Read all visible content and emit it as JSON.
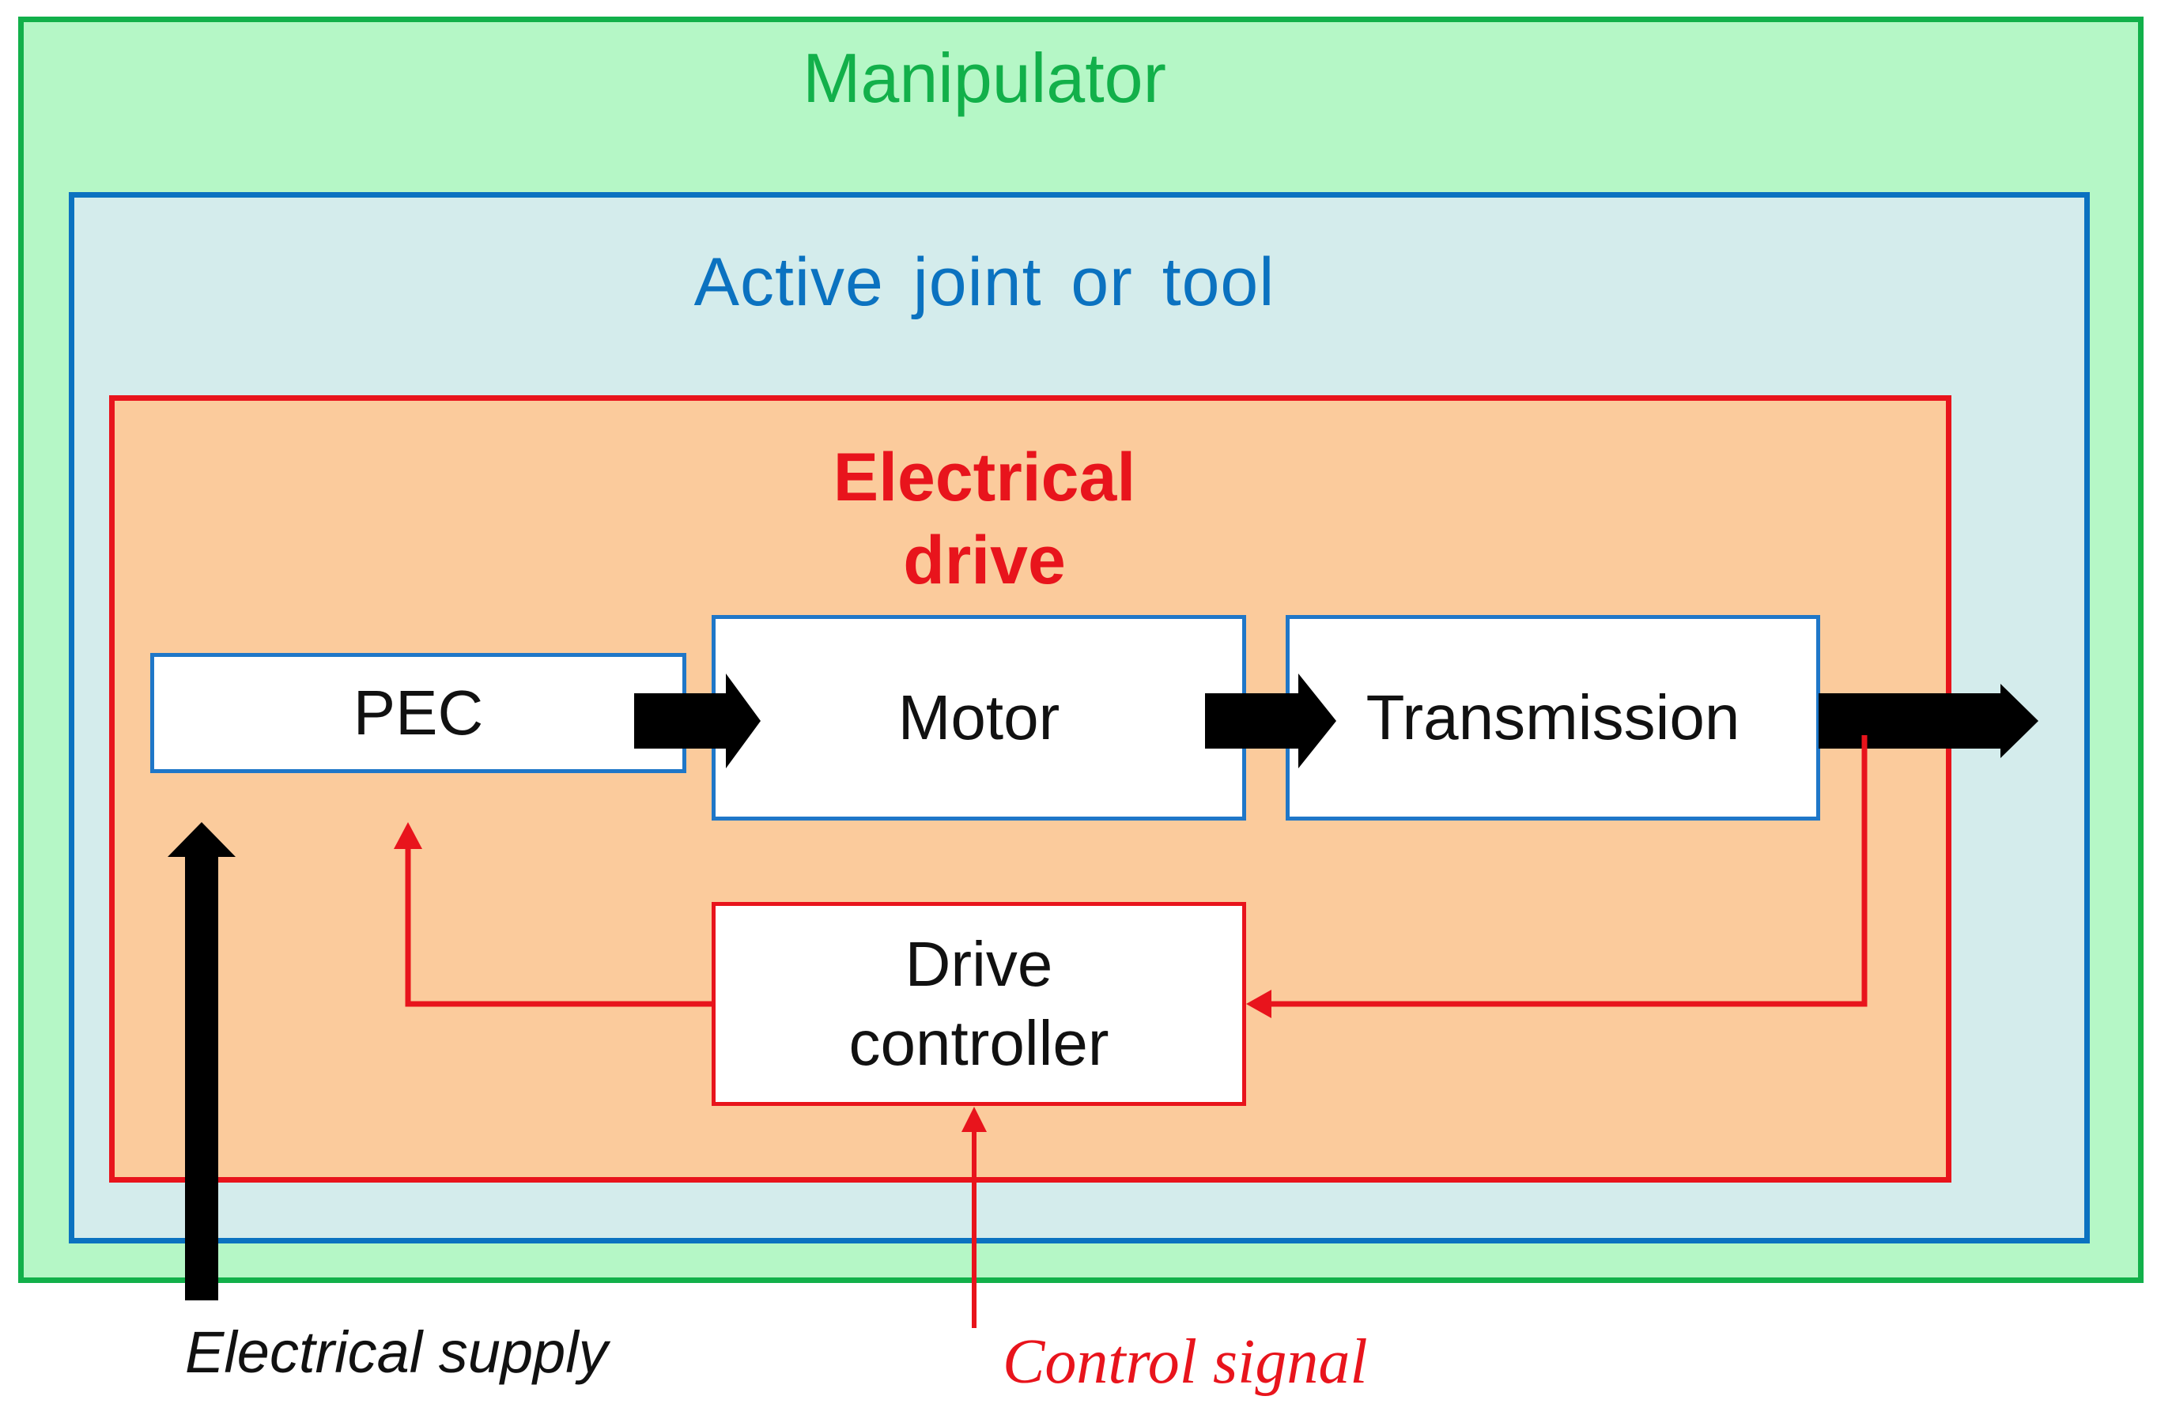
{
  "diagram": {
    "manipulator_label": "Manipulator",
    "active_joint_label": "Active joint or tool",
    "electrical_drive_label": "Electrical\ndrive",
    "blocks": {
      "pec": "PEC",
      "motor": "Motor",
      "transmission": "Transmission",
      "drive_controller": "Drive\ncontroller"
    },
    "inputs": {
      "electrical_supply": "Electrical supply",
      "control_signal": "Control signal"
    },
    "colors": {
      "manipulator": "#12b04a",
      "active_joint": "#0b72c0",
      "electrical_drive": "#e8141c",
      "power_flow": "#000000",
      "signal_flow": "#e8141c"
    }
  }
}
